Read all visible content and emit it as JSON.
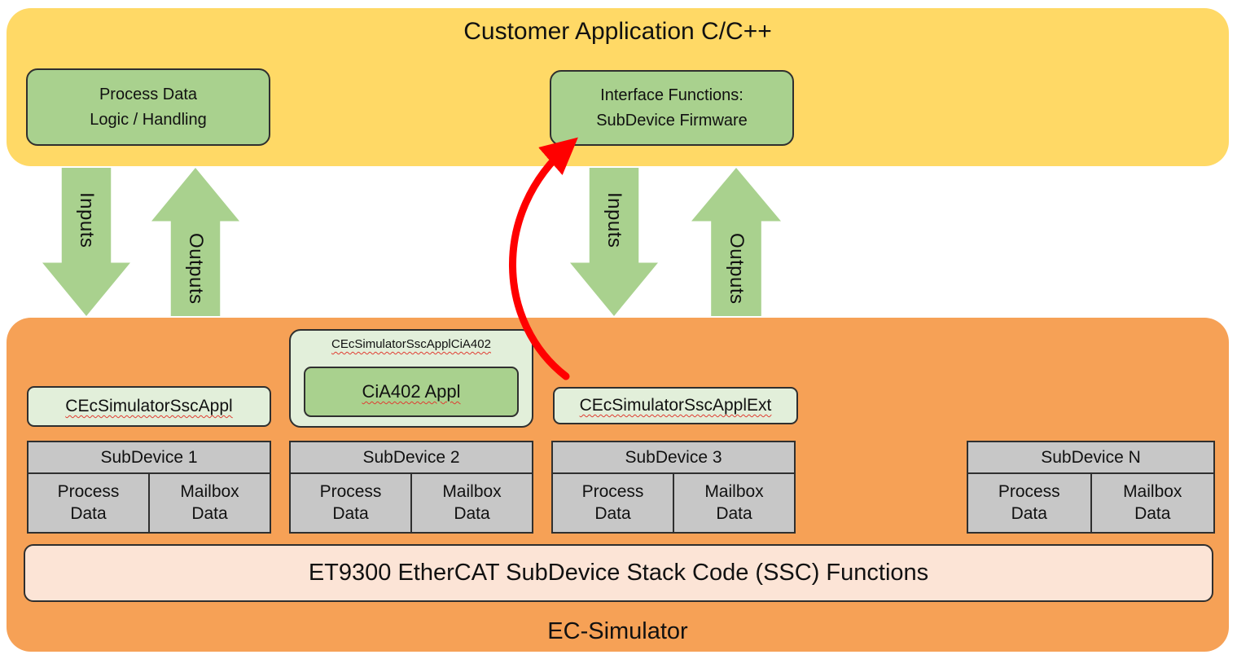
{
  "top": {
    "title": "Customer Application C/C++",
    "process_box": {
      "line1": "Process Data",
      "line2": "Logic / Handling"
    },
    "interface_box": {
      "line1": "Interface Functions:",
      "line2": "SubDevice Firmware"
    }
  },
  "arrows": {
    "inputs_label": "Inputs",
    "outputs_label": "Outputs"
  },
  "stack": {
    "appl_label": "CEcSimulatorSscAppl",
    "cia402": {
      "container_label": "CEcSimulatorSscApplCiA402",
      "box_label": "CiA402 Appl"
    },
    "applext_label": "CEcSimulatorSscApplExt",
    "subdevices": [
      {
        "title": "SubDevice 1",
        "cells": [
          "Process\nData",
          "Mailbox\nData"
        ]
      },
      {
        "title": "SubDevice 2",
        "cells": [
          "Process\nData",
          "Mailbox\nData"
        ]
      },
      {
        "title": "SubDevice 3",
        "cells": [
          "Process\nData",
          "Mailbox\nData"
        ]
      },
      {
        "title": "SubDevice N",
        "cells": [
          "Process\nData",
          "Mailbox\nData"
        ]
      }
    ],
    "ssc_bar": "ET9300 EtherCAT SubDevice Stack Code (SSC) Functions",
    "footer": "EC-Simulator"
  },
  "colors": {
    "yellow_layer": "#FFD966",
    "orange_layer": "#F6A156",
    "green_box": "#A9D18E",
    "light_green_box": "#E2EFDA",
    "peach_bar": "#FCE4D6",
    "table_gray": "#C7C7C7",
    "red_arrow": "#FF0000",
    "border": "#2f2f2f"
  }
}
